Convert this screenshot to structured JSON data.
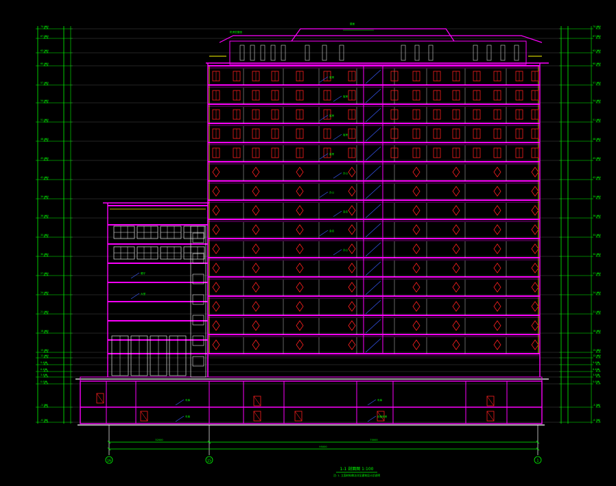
{
  "drawing": {
    "title": "1-1 剖面图 1:100",
    "subtitle": "注: 1. 立面材料做法详见建筑设计总说明",
    "colors": {
      "background": "#000000",
      "slab": "#ff00ff",
      "wall": "#ff00ff",
      "window": "#ff2020",
      "dim": "#00ff00",
      "annotation": "#00ff00",
      "leader": "#3a5bff",
      "grid": "#ffffff",
      "rail": "#ffff00",
      "ground": "#ffffff"
    },
    "grid_axes": [
      "16",
      "15",
      "1"
    ],
    "dims_bottom": [
      "32000",
      "70000",
      "95000"
    ],
    "roof_tags": [
      "机房层屋面",
      "屋面"
    ],
    "left_levels": [
      "70.600",
      "67.600",
      "63.200",
      "60.400",
      "57.400",
      "54.400",
      "51.400",
      "48.400",
      "45.400",
      "42.400",
      "39.400",
      "36.400",
      "33.400",
      "30.400",
      "27.400",
      "24.400",
      "21.400",
      "18.400",
      "15.400",
      "12.400",
      "9.400",
      "6.400",
      "3.400",
      "0.000",
      "-3.500",
      "-6.700"
    ],
    "right_levels": [
      "70.600",
      "67.600",
      "63.200",
      "60.400",
      "57.400",
      "54.400",
      "51.400",
      "48.400",
      "45.400",
      "42.400",
      "39.400",
      "36.400",
      "33.400",
      "30.400",
      "27.400",
      "24.400",
      "21.400",
      "18.400",
      "15.400",
      "12.400",
      "9.400",
      "6.400",
      "3.400",
      "0.000",
      "-3.500",
      "-6.700"
    ],
    "room_labels": [
      "客房",
      "客房",
      "客房",
      "客房",
      "客房",
      "办公",
      "办公",
      "会议",
      "会议",
      "办公",
      "餐厅",
      "大堂",
      "车库",
      "设备用房",
      "车库",
      "车库"
    ]
  }
}
